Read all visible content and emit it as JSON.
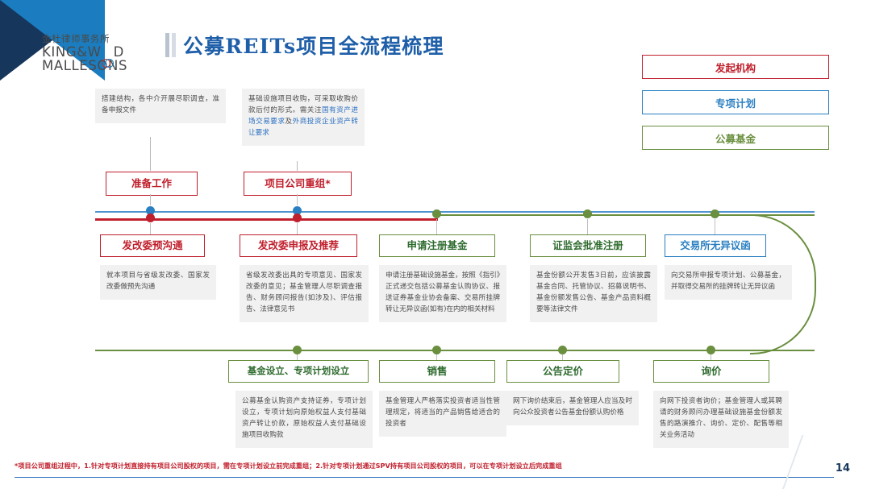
{
  "logo": {
    "cn": "金杜律师事务所",
    "en_line1_pre": "KING&W",
    "en_line1_post": "D",
    "en_line2": "MALLESONS"
  },
  "header": {
    "title": "公募REITs项目全流程梳理"
  },
  "legend": {
    "items": [
      {
        "label": "发起机构",
        "color": "#c0202d"
      },
      {
        "label": "专项计划",
        "color": "#2a7fc2"
      },
      {
        "label": "公募基金",
        "color": "#6a8f3f"
      }
    ]
  },
  "top_notes": [
    {
      "id": "note-preparation",
      "text": "搭建结构，各中介开展尽职调查，准备申报文件"
    },
    {
      "id": "note-restructuring",
      "plain1": "基础设施项目收购，可采取收购价款后付的形式。",
      "plain2": "需关注",
      "highlight1": "国有资产进场交易要求",
      "plain3": "及",
      "highlight2": "外商投资企业资产转让要求"
    }
  ],
  "milestones_top": [
    {
      "label": "准备工作",
      "color": "#c0202d"
    },
    {
      "label": "项目公司重组*",
      "color": "#c0202d"
    }
  ],
  "steps_middle": [
    {
      "label": "发改委预沟通",
      "color": "#c0202d",
      "desc": "就本项目与省级发改委、国家发改委做预先沟通"
    },
    {
      "label": "发改委申报及推荐",
      "color": "#c0202d",
      "desc": "省级发改委出具的专项意见、国家发改委的意见；基金管理人尽职调查报告、财务顾问报告(如涉及)、评估报告、法律意见书"
    },
    {
      "label": "申请注册基金",
      "color": "#6a8f3f",
      "desc": "申请注册基础设施基金，按照《指引》正式递交包括公募基金认购协议、报送证券基金业协会备案、交易所挂牌转让无异议函(如有)在内的相关材料"
    },
    {
      "label": "证监会批准注册",
      "color": "#6a8f3f",
      "desc": "基金份额公开发售3日前，应该披露基金合同、托管协议、招募说明书、基金份额发售公告、基金产品资料概要等法律文件"
    },
    {
      "label": "交易所无异议函",
      "color": "#2a7fc2",
      "desc": "向交易所申报专项计划、公募基金，并取得交易所的挂牌转让无异议函"
    }
  ],
  "steps_bottom": [
    {
      "label": "基金设立、专项计划设立",
      "color": "#6a8f3f",
      "desc": "公募基金认购资产支持证券，专项计划设立，专项计划向原始权益人支付基础资产转让价款，原始权益人支付基础设施项目收购款"
    },
    {
      "label": "销售",
      "color": "#6a8f3f",
      "desc": "基金管理人严格落实投资者适当性管理规定，将适当的产品销售给适合的投资者"
    },
    {
      "label": "公告定价",
      "color": "#6a8f3f",
      "desc": "网下询价结束后，基金管理人应当及时向公众投资者公告基金份额认购价格"
    },
    {
      "label": "询价",
      "color": "#6a8f3f",
      "desc": "向网下投资者询价；基金管理人或其聘请的财务顾问办理基础设施基金份额发售的路演推介、询价、定价、配售等相关业务活动"
    }
  ],
  "footer": {
    "note": "*项目公司重组过程中，1.针对专项计划直接持有项目公司股权的项目，需在专项计划设立前完成重组；2.针对专项计划通过SPV持有项目公司股权的项目，可以在专项计划设立后完成重组",
    "page": "14"
  }
}
